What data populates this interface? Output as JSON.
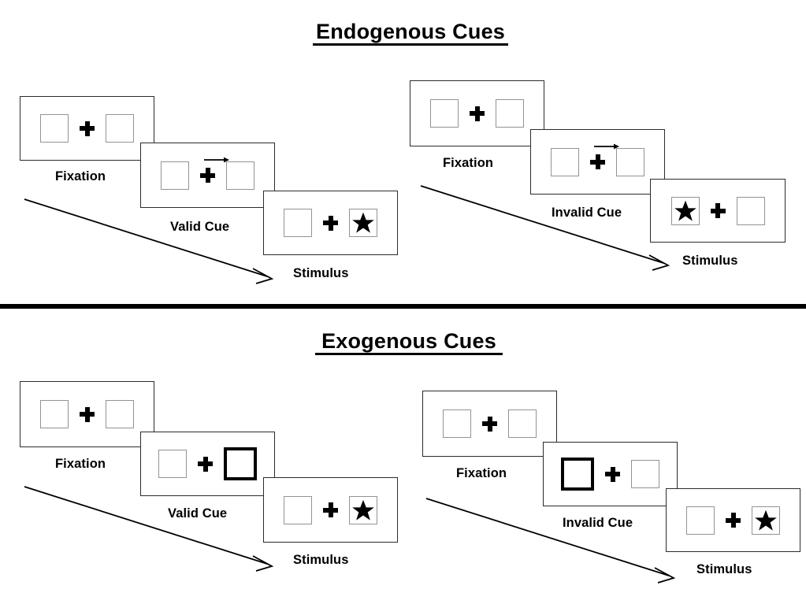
{
  "page": {
    "background": "#ffffff",
    "divider_color": "#000000",
    "box_border_color": "#939393",
    "cue_box_border_color": "#000000",
    "frame_border_color": "#2b2b2b",
    "ink_color": "#000000"
  },
  "sections": [
    {
      "id": "endogenous",
      "title": "Endogenous Cues",
      "streams": [
        {
          "id": "endogenous-valid",
          "panels": [
            {
              "caption": "Fixation",
              "left_box": {
                "type": "empty",
                "cued": false
              },
              "right_box": {
                "type": "empty",
                "cued": false
              },
              "arrow_cue": "none"
            },
            {
              "caption": "Valid Cue",
              "left_box": {
                "type": "empty",
                "cued": false
              },
              "right_box": {
                "type": "empty",
                "cued": false
              },
              "arrow_cue": "right"
            },
            {
              "caption": "Stimulus",
              "left_box": {
                "type": "empty",
                "cued": false
              },
              "right_box": {
                "type": "star",
                "cued": false
              },
              "arrow_cue": "none"
            }
          ]
        },
        {
          "id": "endogenous-invalid",
          "panels": [
            {
              "caption": "Fixation",
              "left_box": {
                "type": "empty",
                "cued": false
              },
              "right_box": {
                "type": "empty",
                "cued": false
              },
              "arrow_cue": "none"
            },
            {
              "caption": "Invalid Cue",
              "left_box": {
                "type": "empty",
                "cued": false
              },
              "right_box": {
                "type": "empty",
                "cued": false
              },
              "arrow_cue": "right"
            },
            {
              "caption": "Stimulus",
              "left_box": {
                "type": "star",
                "cued": false
              },
              "right_box": {
                "type": "empty",
                "cued": false
              },
              "arrow_cue": "none"
            }
          ]
        }
      ]
    },
    {
      "id": "exogenous",
      "title": "Exogenous Cues",
      "streams": [
        {
          "id": "exogenous-valid",
          "panels": [
            {
              "caption": "Fixation",
              "left_box": {
                "type": "empty",
                "cued": false
              },
              "right_box": {
                "type": "empty",
                "cued": false
              },
              "arrow_cue": "none"
            },
            {
              "caption": "Valid Cue",
              "left_box": {
                "type": "empty",
                "cued": false
              },
              "right_box": {
                "type": "empty",
                "cued": true
              },
              "arrow_cue": "none"
            },
            {
              "caption": "Stimulus",
              "left_box": {
                "type": "empty",
                "cued": false
              },
              "right_box": {
                "type": "star",
                "cued": false
              },
              "arrow_cue": "none"
            }
          ]
        },
        {
          "id": "exogenous-invalid",
          "panels": [
            {
              "caption": "Fixation",
              "left_box": {
                "type": "empty",
                "cued": false
              },
              "right_box": {
                "type": "empty",
                "cued": false
              },
              "arrow_cue": "none"
            },
            {
              "caption": "Invalid Cue",
              "left_box": {
                "type": "empty",
                "cued": true
              },
              "right_box": {
                "type": "empty",
                "cued": false
              },
              "arrow_cue": "none"
            },
            {
              "caption": "Stimulus",
              "left_box": {
                "type": "empty",
                "cued": false
              },
              "right_box": {
                "type": "star",
                "cued": false
              },
              "arrow_cue": "none"
            }
          ]
        }
      ]
    }
  ],
  "icons": {
    "fixation_cross": "plus-cross-icon",
    "target": "star-icon",
    "endogenous_cue": "right-arrow-icon",
    "time_flow": "diagonal-time-arrow-icon"
  }
}
